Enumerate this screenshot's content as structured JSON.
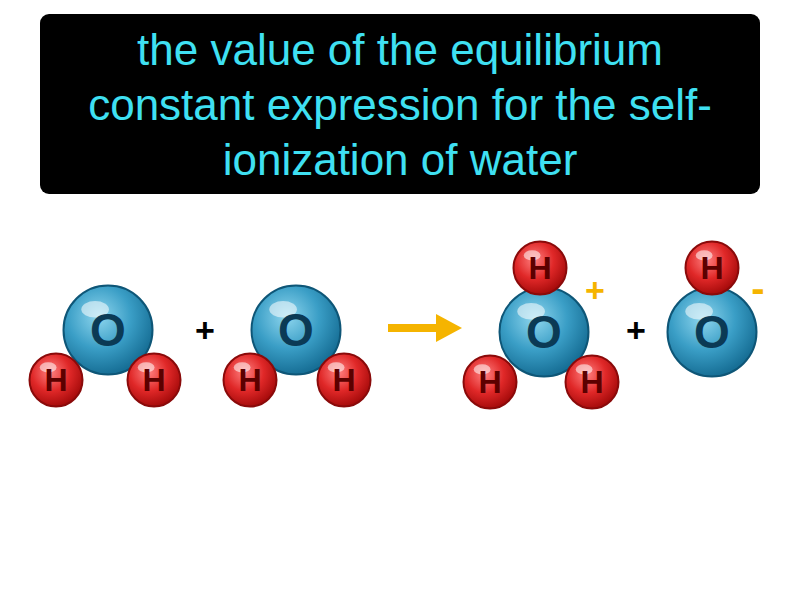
{
  "diagram": {
    "title": "the value of the equilibrium constant expression for the self-ionization of water",
    "nodes": [
      {
        "text": [
          "O"
        ]
      },
      {
        "text": [
          "H"
        ]
      },
      {
        "text": [
          "H"
        ]
      },
      {
        "text": [
          "O"
        ]
      },
      {
        "text": [
          "H"
        ]
      },
      {
        "text": [
          "H"
        ]
      },
      {
        "text": [
          "H"
        ]
      },
      {
        "text": [
          "O"
        ]
      },
      {
        "text": [
          "H"
        ]
      },
      {
        "text": [
          "H"
        ]
      },
      {
        "text": [
          "H"
        ]
      },
      {
        "text": [
          "O"
        ]
      }
    ],
    "labels": [
      "+",
      "+",
      "+",
      "-"
    ]
  }
}
